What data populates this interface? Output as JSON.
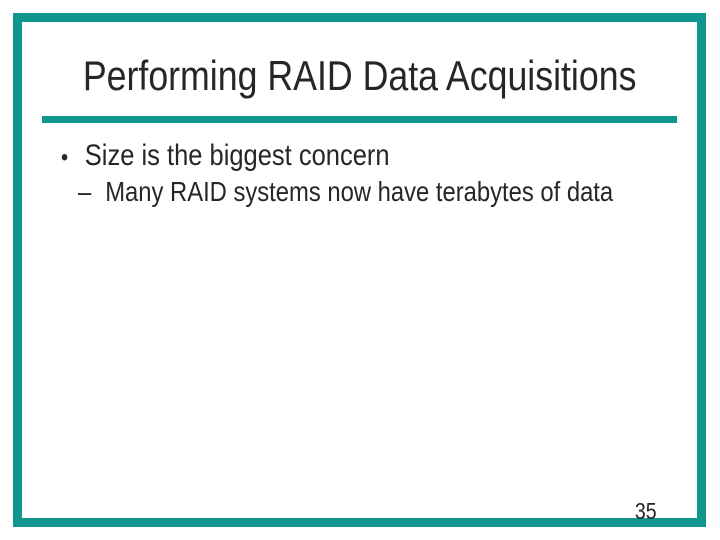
{
  "slide": {
    "title": "Performing RAID Data Acquisitions",
    "bullets": [
      {
        "level": 1,
        "marker": "•",
        "text": "Size is the biggest concern"
      },
      {
        "level": 2,
        "marker": "–",
        "text": "Many RAID systems now have terabytes of data"
      }
    ],
    "page_number": "35",
    "colors": {
      "accent_teal": "#0e968f",
      "text": "#262626",
      "background": "#ffffff"
    }
  }
}
